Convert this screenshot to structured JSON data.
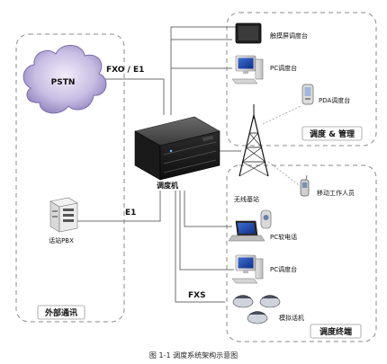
{
  "diagram": {
    "groups": {
      "external": {
        "label": "外部通讯"
      },
      "management": {
        "label": "调度 & 管理"
      },
      "terminal": {
        "label": "调度终端"
      }
    },
    "nodes": {
      "pstn": "PSTN",
      "pbx": "话站PBX",
      "switch": "调度机",
      "base_station": "无线基站",
      "touch_console": "触摸屏调度台",
      "pc_console_top": "PC调度台",
      "pda_console": "PDA调度台",
      "mobile_staff": "移动工作人员",
      "pc_softphone": "PC软电话",
      "pc_console_bottom": "PC调度台",
      "analog_phones": "模拟话机"
    },
    "links": {
      "fxo_e1": "FXO / E1",
      "e1": "E1",
      "fxs": "FXS"
    },
    "caption": "图 1-1 调度系统架构示意图"
  }
}
